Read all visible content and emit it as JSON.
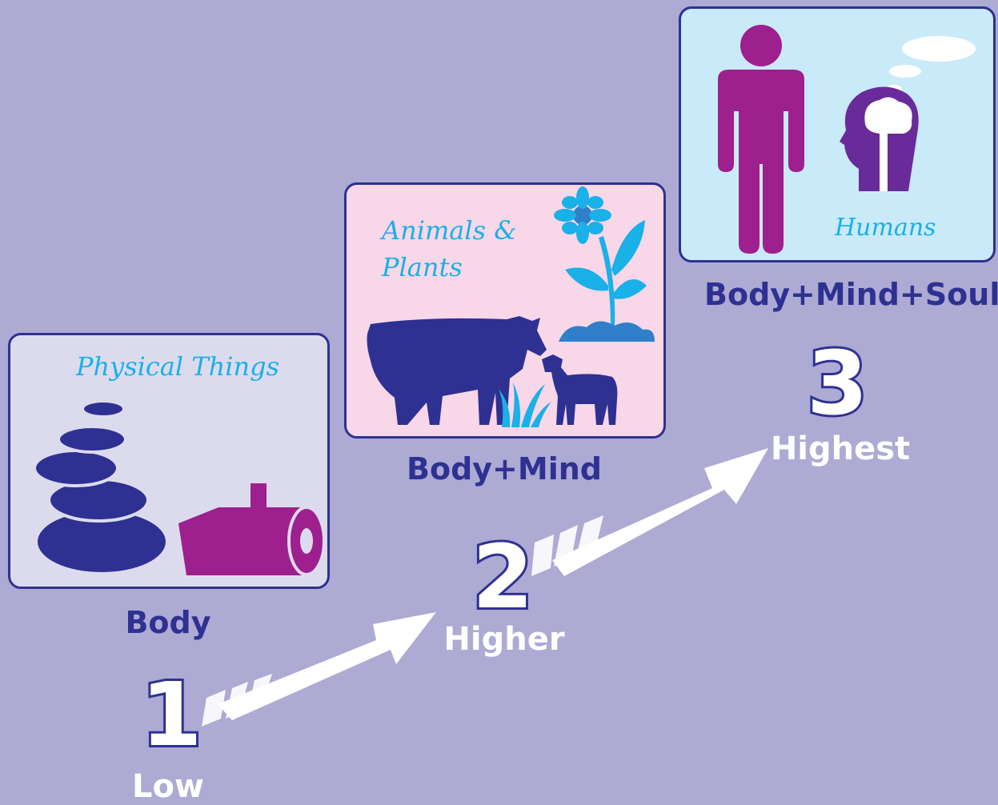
{
  "levels": [
    {
      "number": "1",
      "name": "Low",
      "caption": "Body",
      "card_title": "Physical Things"
    },
    {
      "number": "2",
      "name": "Higher",
      "caption": "Body+Mind",
      "card_title": "Animals & Plants"
    },
    {
      "number": "3",
      "name": "Highest",
      "caption": "Body+Mind+Soul",
      "card_title": "Humans"
    }
  ],
  "colors": {
    "background": "#adaad3",
    "navy": "#2e3192",
    "magenta": "#9e1f8e",
    "sky": "#1ab0e8",
    "card1": "#dcdbee",
    "card2": "#f8d7e8",
    "card3": "#c9eaf9"
  },
  "icons": [
    "stacked-stones-icon",
    "log-icon",
    "cow-icon",
    "calf-icon",
    "grass-icon",
    "flower-icon",
    "person-icon",
    "thinking-head-icon"
  ]
}
